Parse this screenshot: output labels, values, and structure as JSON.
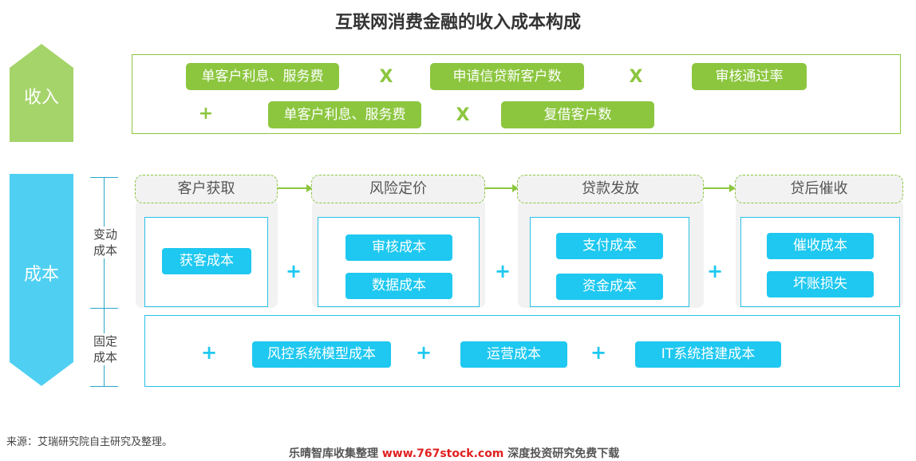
{
  "title": "互联网消费金融的收入成本构成",
  "income": {
    "label": "收入",
    "row1": [
      "单客户利息、服务费",
      "申请信贷新客户数",
      "审核通过率"
    ],
    "row2": [
      "单客户利息、服务费",
      "复借客户数"
    ],
    "multiply_op": "X",
    "plus_op": "+"
  },
  "cost": {
    "label": "成本",
    "variable_label": "变动\n成本",
    "fixed_label": "固定\n成本",
    "plus_op": "+",
    "stages": [
      {
        "name": "客户获取",
        "items": [
          "获客成本"
        ]
      },
      {
        "name": "风险定价",
        "items": [
          "审核成本",
          "数据成本"
        ]
      },
      {
        "name": "贷款发放",
        "items": [
          "支付成本",
          "资金成本"
        ]
      },
      {
        "name": "贷后催收",
        "items": [
          "催收成本",
          "坏账损失"
        ]
      }
    ],
    "fixed_items": [
      "风控系统模型成本",
      "运营成本",
      "IT系统搭建成本"
    ]
  },
  "source": "来源：艾瑞研究院自主研究及整理。",
  "watermark": {
    "prefix": "乐晴智库收集整理",
    "url": "www.767stock.com",
    "suffix": "深度投资研究免费下载"
  },
  "colors": {
    "income_green": "#8cc63f",
    "income_arrow": "#a5d46a",
    "cost_blue": "#1ec8f0",
    "cost_arrow": "#4fd0f2",
    "title_text": "#333333"
  }
}
